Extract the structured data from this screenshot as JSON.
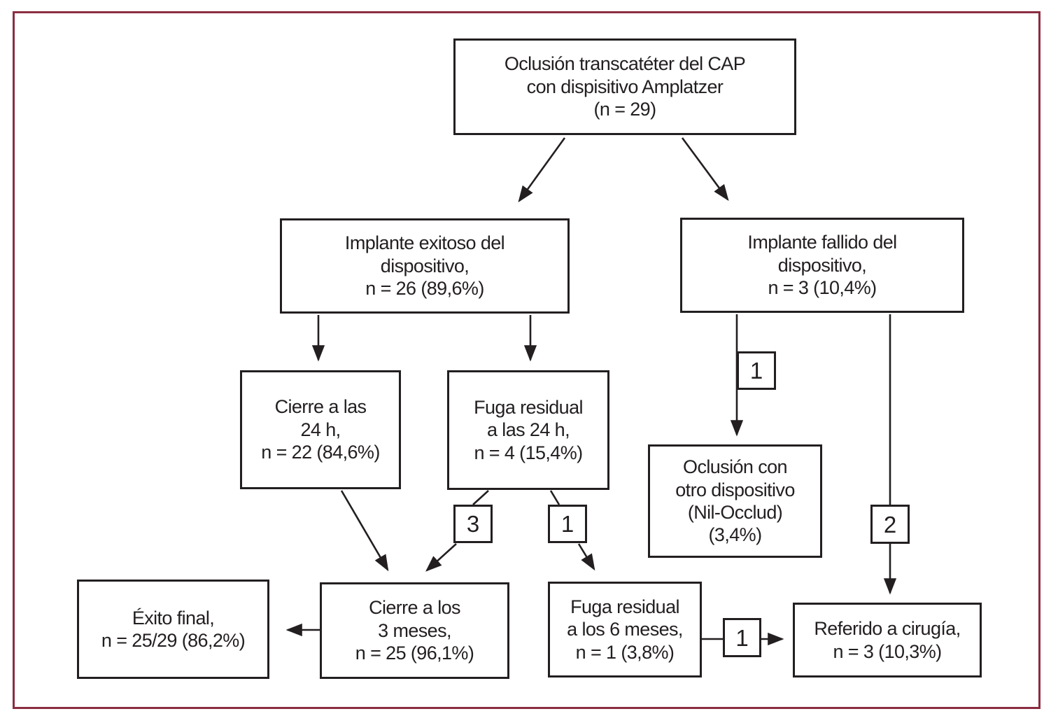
{
  "figure": {
    "border_color": "#8b2d42",
    "background_color": "#ffffff",
    "line_color": "#231f20"
  },
  "nodes": {
    "root": {
      "text": "Oclusión transcatéter del CAP\ncon dispisitivo Amplatzer\n(n = 29)"
    },
    "implante_exitoso": {
      "text": "Implante exitoso del\ndispositivo,\nn = 26 (89,6%)"
    },
    "implante_fallido": {
      "text": "Implante fallido del\ndispositivo,\nn = 3 (10,4%)"
    },
    "cierre_24h": {
      "text": "Cierre a las\n24 h,\nn = 22 (84,6%)"
    },
    "fuga_residual_24h": {
      "text": "Fuga residual\na las 24 h,\nn = 4 (15,4%)"
    },
    "oclusion_otro_dispositivo": {
      "text": "Oclusión con\notro dispositivo\n(Nil-Occlud)\n(3,4%)"
    },
    "exito_final": {
      "text": "Éxito final,\nn = 25/29 (86,2%)"
    },
    "cierre_3_meses": {
      "text": "Cierre a los\n3 meses,\nn = 25 (96,1%)"
    },
    "fuga_residual_6_meses": {
      "text": "Fuga residual\na los 6 meses,\nn = 1 (3,8%)"
    },
    "referido_cirugia": {
      "text": "Referido a cirugía,\nn = 3 (10,3%)"
    }
  },
  "edge_labels": {
    "fallido_to_oclusion": "1",
    "fuga24_to_cierre3m": "3",
    "fuga24_to_fuga6m": "1",
    "fallido_to_referido": "2",
    "fuga6m_to_referido": "1"
  }
}
